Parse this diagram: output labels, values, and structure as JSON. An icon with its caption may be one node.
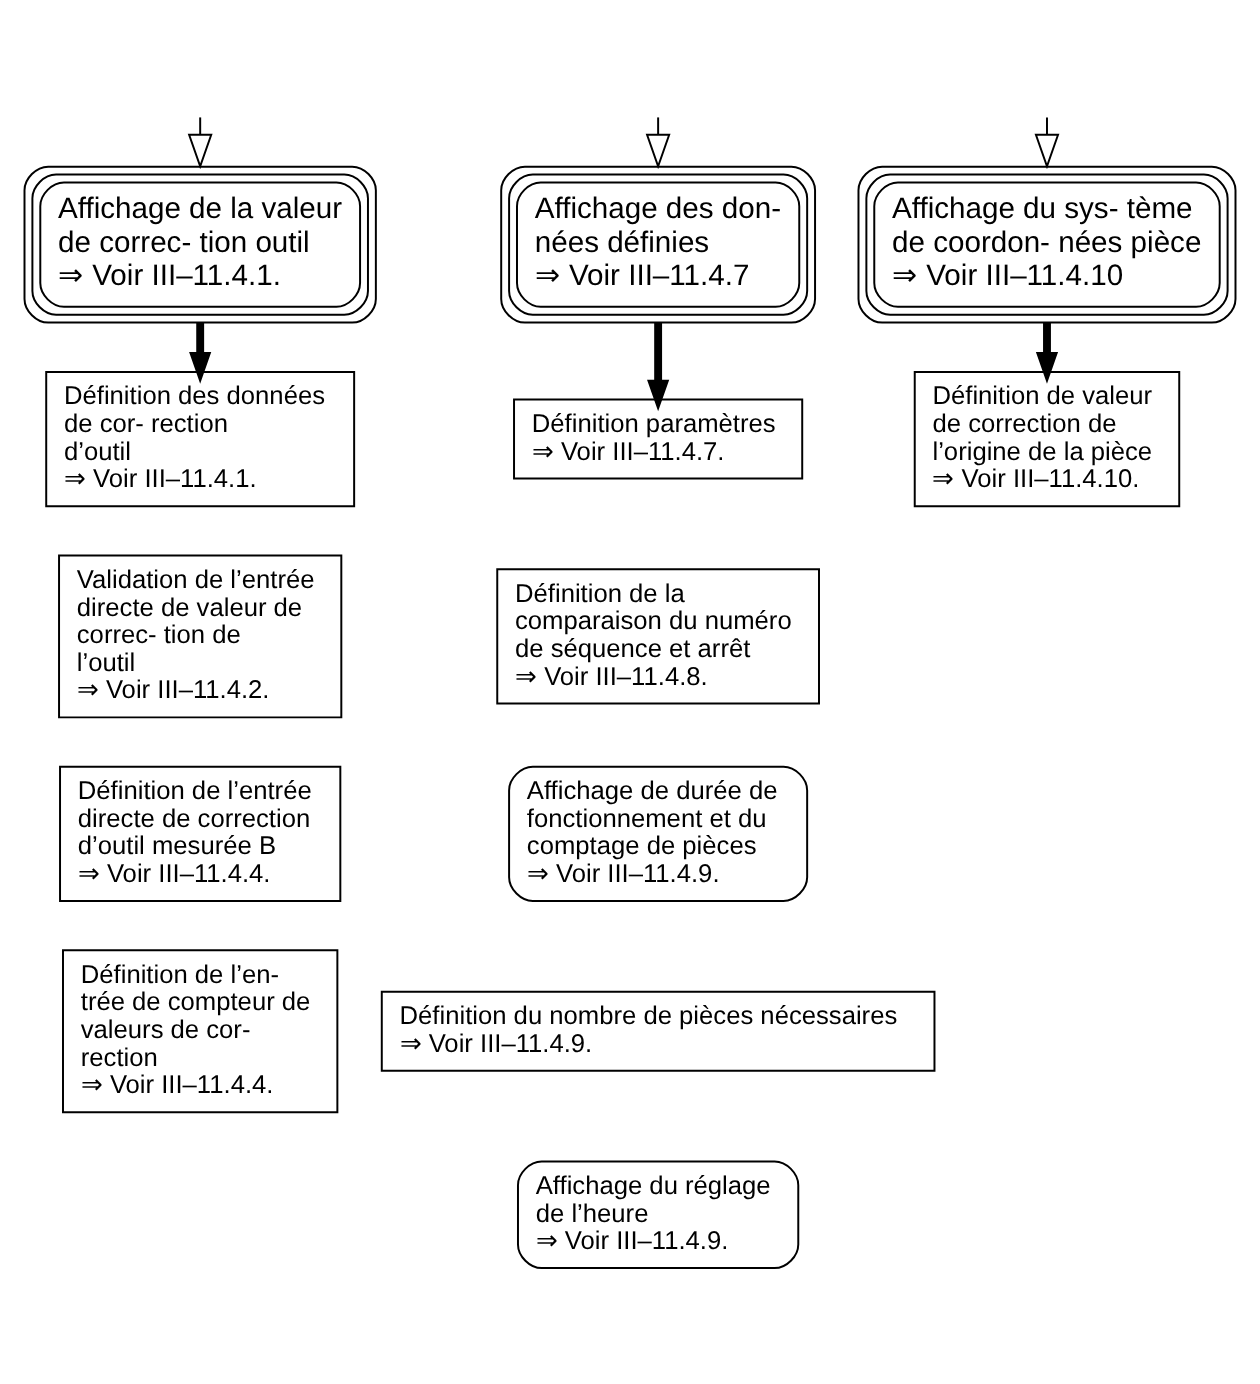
{
  "diagram": {
    "nodes": [
      {
        "text": [
          "Affichage de la valeur de correc- tion outil",
          "⇒ Voir III–11.4.1."
        ]
      },
      {
        "text": [
          "Affichage des don- nées définies",
          "⇒ Voir III–11.4.7"
        ]
      },
      {
        "text": [
          "Affichage du sys- tème de coordon- nées pièce",
          "⇒ Voir III–11.4.10"
        ]
      },
      {
        "text": [
          "Définition des données de cor- rection d’outil",
          "⇒ Voir III–11.4.1."
        ]
      },
      {
        "text": [
          "Validation de l’entrée directe de valeur de correc- tion de l’outil",
          "⇒ Voir III–11.4.2."
        ]
      },
      {
        "text": [
          "Définition de l’entrée directe de correction d’outil mesurée B",
          "⇒ Voir III–11.4.4."
        ]
      },
      {
        "text": [
          "Définition de l’en- trée de compteur de valeurs de cor- rection",
          "⇒ Voir III–11.4.4."
        ]
      },
      {
        "text": [
          "Définition paramètres",
          "⇒ Voir III–11.4.7."
        ]
      },
      {
        "text": [
          "Définition de la comparaison du numéro de séquence et arrêt",
          "⇒ Voir III–11.4.8."
        ]
      },
      {
        "text": [
          "Affichage de durée de fonctionnement et du comptage de pièces",
          "⇒ Voir III–11.4.9."
        ]
      },
      {
        "text": [
          "Définition du nombre de pièces nécessaires",
          "⇒ Voir III–11.4.9."
        ]
      },
      {
        "text": [
          "Affichage du réglage de l’heure",
          "⇒ Voir III–11.4.9."
        ]
      },
      {
        "text": [
          "Définition de valeur de correction de l’origine de la pièce",
          "⇒ Voir III–11.4.10."
        ]
      }
    ],
    "edges": [
      {
        "from": null,
        "to": 0,
        "arrow": "to"
      },
      {
        "from": null,
        "to": 1,
        "arrow": "to"
      },
      {
        "from": null,
        "to": 2,
        "arrow": "to"
      },
      {
        "from": 0,
        "to": 3,
        "arrow": "to",
        "style": "thick"
      },
      {
        "from": 1,
        "to": 7,
        "arrow": "to",
        "style": "thick"
      },
      {
        "from": 2,
        "to": 12,
        "arrow": "to",
        "style": "thick"
      }
    ]
  }
}
